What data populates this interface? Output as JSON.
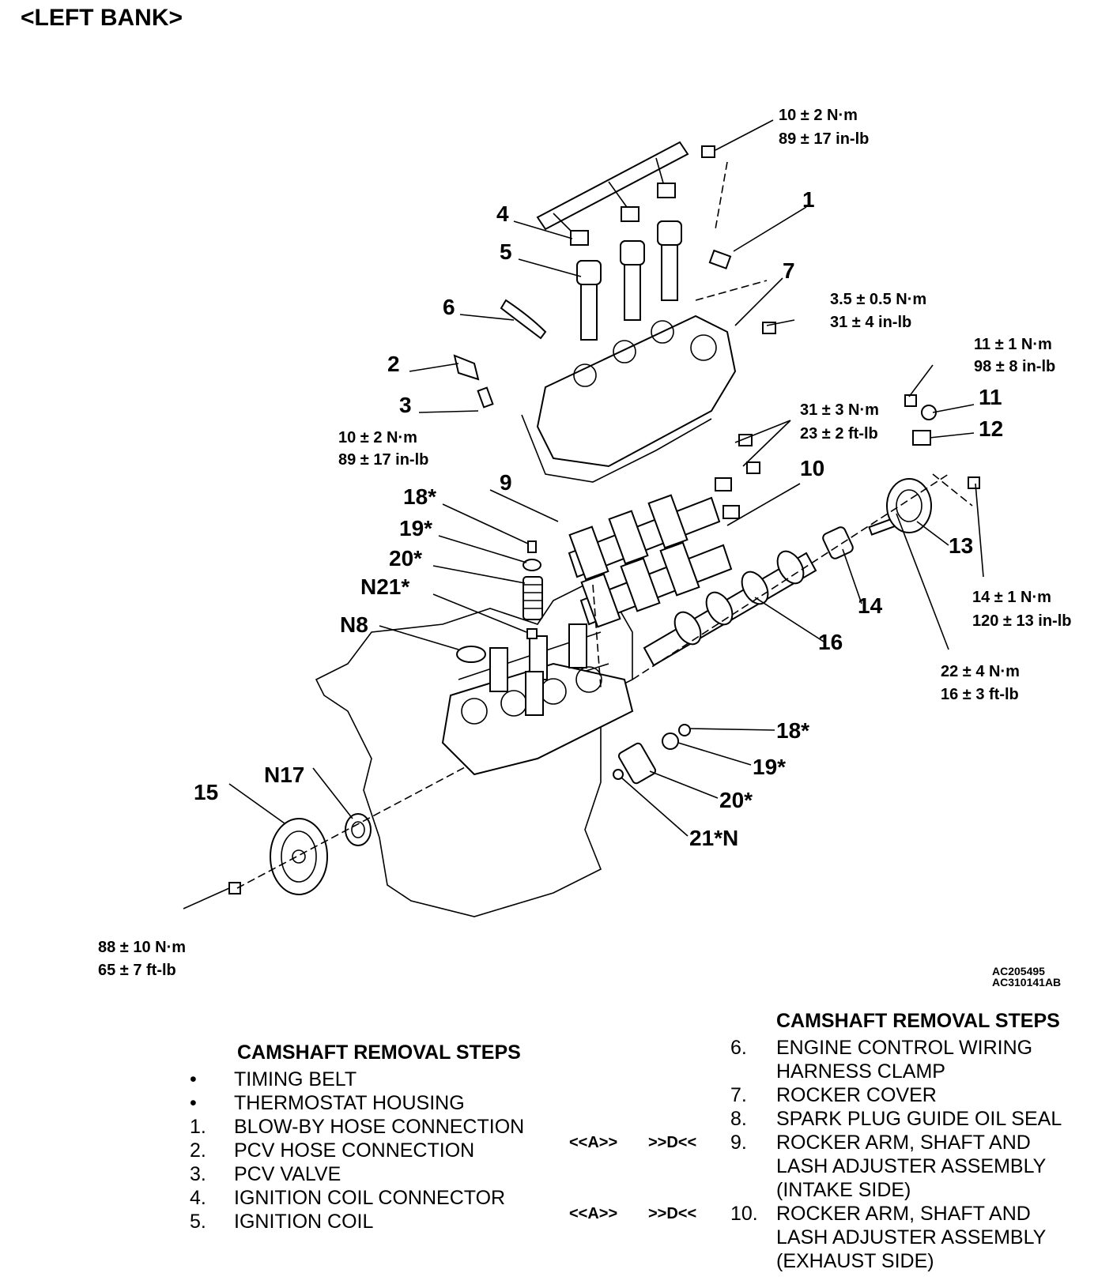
{
  "page_title": "<LEFT BANK>",
  "figure_refs": [
    "AC205495",
    "AC310141AB"
  ],
  "callouts": [
    "1",
    "2",
    "3",
    "4",
    "5",
    "6",
    "7",
    "9",
    "10",
    "11",
    "12",
    "13",
    "14",
    "15",
    "16",
    "18*",
    "19*",
    "20*",
    "N21*",
    "N8",
    "N17",
    "18*",
    "19*",
    "20*",
    "21*N"
  ],
  "torque_specs": [
    {
      "metric": "10 ± 2 N·m",
      "imperial": "89 ± 17 in-lb"
    },
    {
      "metric": "3.5 ± 0.5 N·m",
      "imperial": "31 ± 4 in-lb"
    },
    {
      "metric": "11 ± 1 N·m",
      "imperial": "98 ± 8 in-lb"
    },
    {
      "metric": "31 ± 3 N·m",
      "imperial": "23 ± 2 ft-lb"
    },
    {
      "metric": "10 ± 2 N·m",
      "imperial": "89 ± 17 in-lb"
    },
    {
      "metric": "14 ± 1 N·m",
      "imperial": "120 ± 13 in-lb"
    },
    {
      "metric": "22 ± 4 N·m",
      "imperial": "16 ± 3 ft-lb"
    },
    {
      "metric": "88 ± 10 N·m",
      "imperial": "65 ± 7 ft-lb"
    }
  ],
  "left_steps": {
    "heading": "CAMSHAFT REMOVAL STEPS",
    "items": [
      {
        "mark": "•",
        "text": "TIMING BELT"
      },
      {
        "mark": "•",
        "text": "THERMOSTAT HOUSING"
      },
      {
        "mark": "1.",
        "text": "BLOW-BY HOSE CONNECTION"
      },
      {
        "mark": "2.",
        "text": "PCV HOSE CONNECTION"
      },
      {
        "mark": "3.",
        "text": "PCV VALVE"
      },
      {
        "mark": "4.",
        "text": "IGNITION COIL CONNECTOR"
      },
      {
        "mark": "5.",
        "text": "IGNITION COIL"
      }
    ]
  },
  "right_steps": {
    "heading": "CAMSHAFT REMOVAL STEPS",
    "items": [
      {
        "a": "",
        "d": "",
        "num": "6.",
        "lines": [
          "ENGINE CONTROL WIRING",
          "HARNESS CLAMP"
        ]
      },
      {
        "a": "",
        "d": "",
        "num": "7.",
        "lines": [
          "ROCKER COVER"
        ]
      },
      {
        "a": "",
        "d": "",
        "num": "8.",
        "lines": [
          "SPARK PLUG GUIDE OIL SEAL"
        ]
      },
      {
        "a": "<<A>>",
        "d": ">>D<<",
        "num": "9.",
        "lines": [
          "ROCKER ARM, SHAFT AND",
          "LASH ADJUSTER ASSEMBLY",
          "(INTAKE SIDE)"
        ]
      },
      {
        "a": "<<A>>",
        "d": ">>D<<",
        "num": "10.",
        "lines": [
          "ROCKER ARM, SHAFT AND",
          "LASH ADJUSTER ASSEMBLY",
          "(EXHAUST SIDE)"
        ]
      }
    ]
  }
}
